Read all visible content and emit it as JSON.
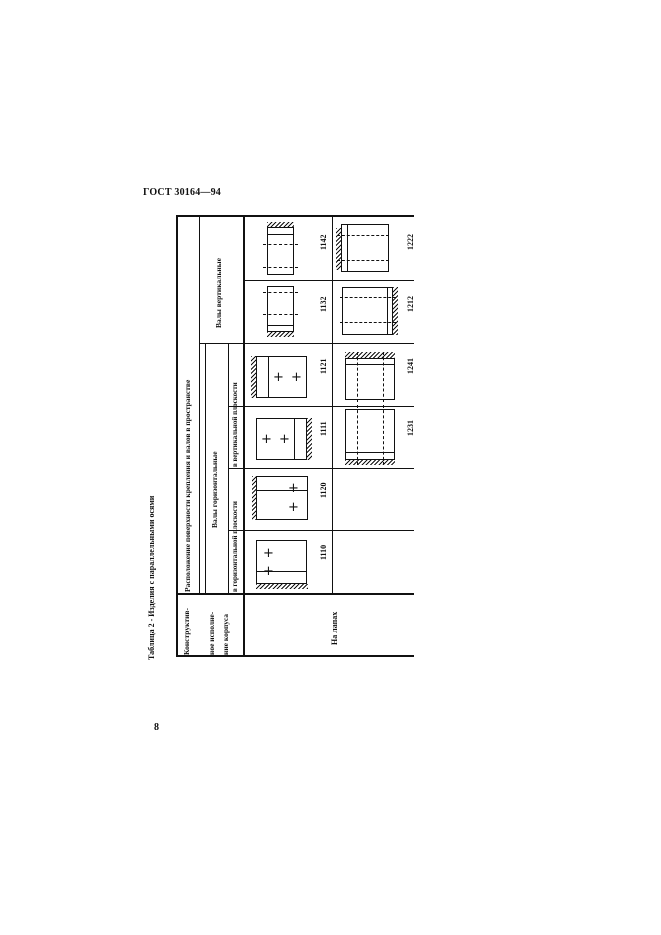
{
  "document": {
    "header": "ГОСТ 30164—94",
    "page_number": "8",
    "caption": "Таблица 2 - Изделия с параллельными осями"
  },
  "table": {
    "col_header_main": "Конструктив-ное исполне-ние корпуса",
    "col_header_main_lines": [
      "Конструктив-",
      "ное исполне-",
      "ние корпуса"
    ],
    "group_header": "Расположение поверхности крепления и валов в пространстве",
    "subgroup_horizontal": "Валы горизонтальные",
    "subgroup_vertical": "Валы вертикальные",
    "sub_horizontal_plane": "в горизонтальной плоскости",
    "sub_vertical_plane": "в вертикальной плоскости",
    "row_label": "На лапах",
    "codes_row1": [
      "1110",
      "1120",
      "1111",
      "1121",
      "1132",
      "1142"
    ],
    "codes_row2": [
      "1231",
      "1241",
      "1212",
      "1222"
    ]
  }
}
